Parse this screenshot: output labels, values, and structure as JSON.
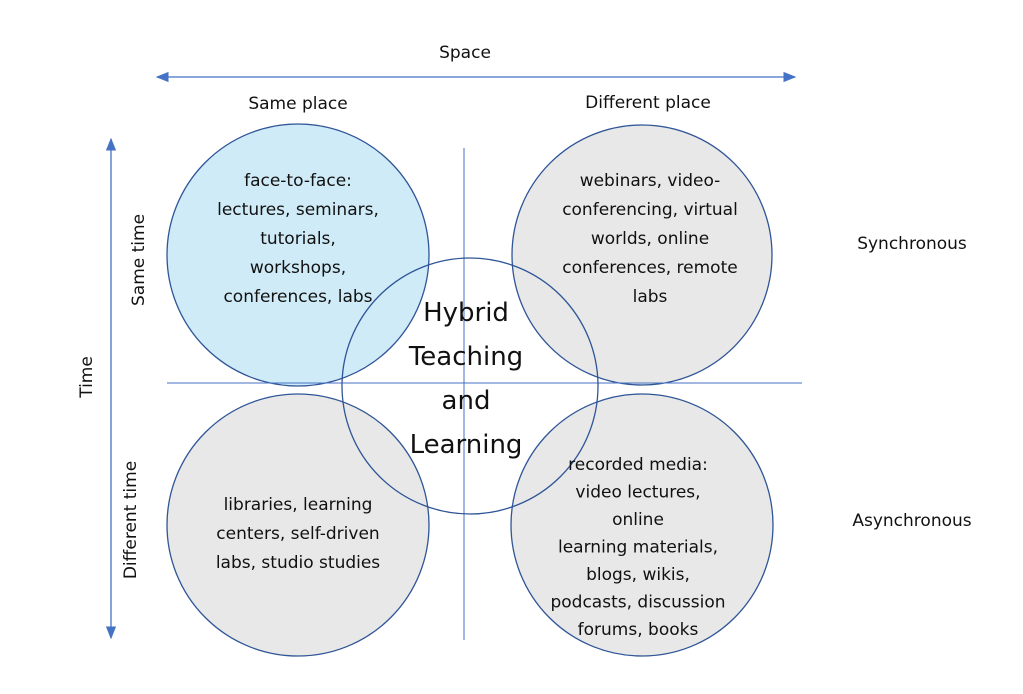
{
  "axes": {
    "space": "Space",
    "time": "Time",
    "same_place": "Same place",
    "different_place": "Different place",
    "same_time": "Same time",
    "different_time": "Different time",
    "synchronous": "Synchronous",
    "asynchronous": "Asynchronous"
  },
  "center": {
    "lines": [
      "Hybrid",
      "Teaching",
      "and",
      "Learning"
    ]
  },
  "quadrants": {
    "same_place_same_time": {
      "lines": [
        "face-to-face:",
        "lectures, seminars,",
        "tutorials,",
        "workshops,",
        "conferences, labs"
      ]
    },
    "different_place_same_time": {
      "lines": [
        "webinars, video-",
        "conferencing, virtual",
        "worlds, online",
        "conferences, remote",
        "labs"
      ]
    },
    "same_place_different_time": {
      "lines": [
        "libraries, learning",
        "centers, self-driven",
        "labs, studio studies"
      ]
    },
    "different_place_different_time": {
      "lines": [
        "recorded media:",
        "video lectures,",
        "online",
        "learning materials,",
        "blogs, wikis,",
        "podcasts, discussion",
        "forums, books"
      ]
    }
  },
  "colors": {
    "face_to_face_fill": "#CFEBF7",
    "other_fill": "#E8E8E8",
    "circle_stroke": "#2F5597",
    "axis": "#4472C4"
  }
}
